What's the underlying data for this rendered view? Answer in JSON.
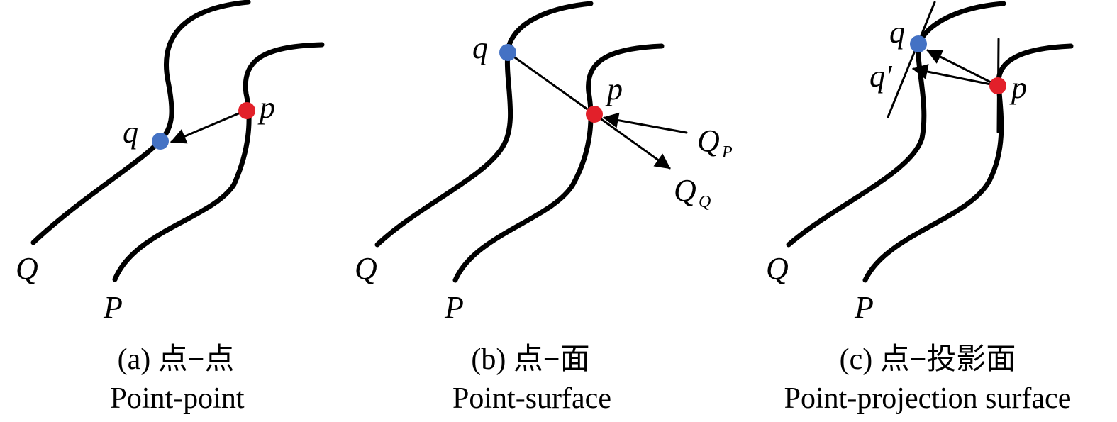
{
  "colors": {
    "curve": "#000000",
    "point_p": "#e2202a",
    "point_q": "#4472c4"
  },
  "panels": [
    {
      "labels": {
        "q": "q",
        "p": "p",
        "Q": "Q",
        "P": "P"
      },
      "caption_zh": "(a) 点−点",
      "caption_en": "Point-point"
    },
    {
      "labels": {
        "q": "q",
        "p": "p",
        "Q": "Q",
        "P": "P",
        "QP_main": "Q",
        "QP_sub": "P",
        "QQ_main": "Q",
        "QQ_sub": "Q"
      },
      "caption_zh": "(b) 点−面",
      "caption_en": "Point-surface"
    },
    {
      "labels": {
        "q": "q",
        "q_prime": "q′",
        "p": "p",
        "Q": "Q",
        "P": "P"
      },
      "caption_zh": "(c) 点−投影面",
      "caption_en": "Point-projection surface"
    }
  ]
}
